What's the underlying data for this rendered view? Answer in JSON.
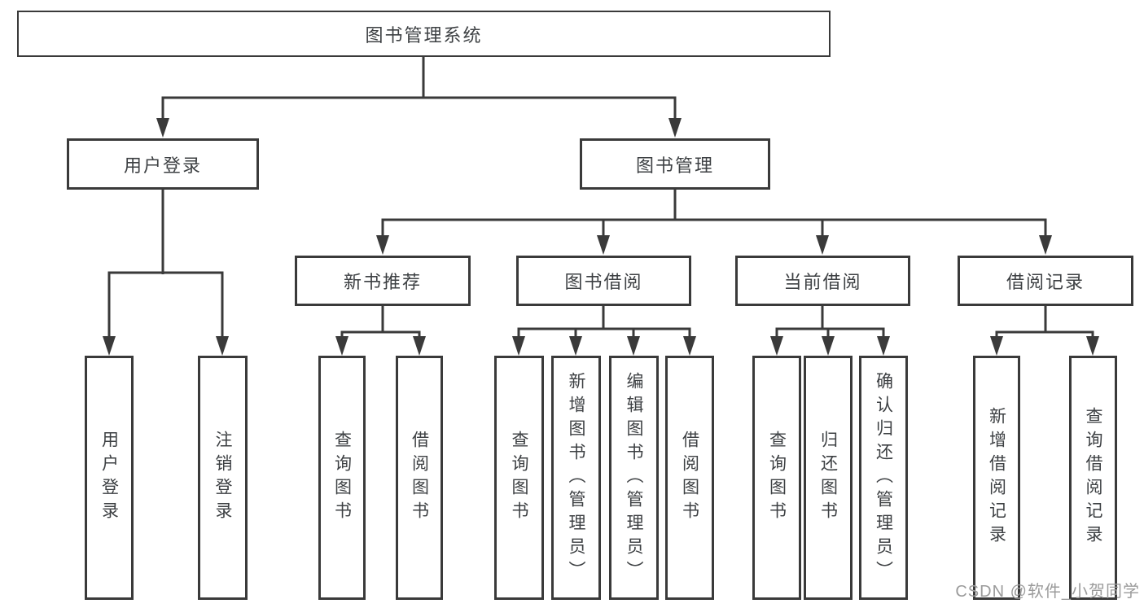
{
  "diagram": {
    "root": {
      "label": "图书管理系统",
      "children": [
        {
          "label": "用户登录",
          "children": [
            {
              "label": "用户登录"
            },
            {
              "label": "注销登录"
            }
          ]
        },
        {
          "label": "图书管理",
          "children": [
            {
              "label": "新书推荐",
              "children": [
                {
                  "label": "查询图书"
                },
                {
                  "label": "借阅图书"
                }
              ]
            },
            {
              "label": "图书借阅",
              "children": [
                {
                  "label": "查询图书"
                },
                {
                  "label": "新增图书（管理员）"
                },
                {
                  "label": "编辑图书（管理员）"
                },
                {
                  "label": "借阅图书"
                }
              ]
            },
            {
              "label": "当前借阅",
              "children": [
                {
                  "label": "查询图书"
                },
                {
                  "label": "归还图书"
                },
                {
                  "label": "确认归还（管理员）"
                }
              ]
            },
            {
              "label": "借阅记录",
              "children": [
                {
                  "label": "新增借阅记录"
                },
                {
                  "label": "查询借阅记录"
                }
              ]
            }
          ]
        }
      ]
    },
    "watermark": "CSDN @软件_小贺同学",
    "colors": {
      "line": "#3a3a3a",
      "box_fill": "#ffffff",
      "text": "#3d4043",
      "watermark": "#9b9b9b"
    }
  }
}
